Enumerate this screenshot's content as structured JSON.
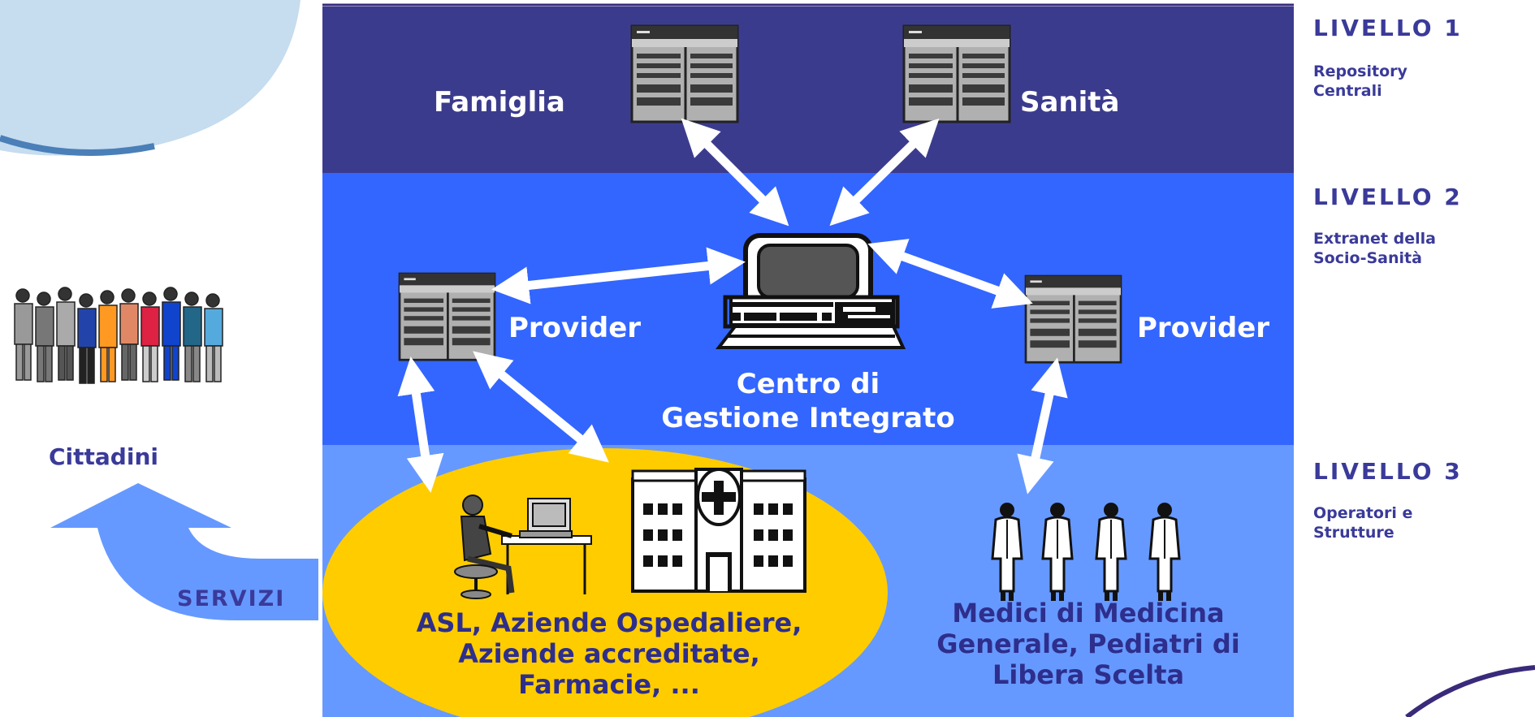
{
  "levels": [
    {
      "title": "LIVELLO  1",
      "subtitle": "Repository Centrali"
    },
    {
      "title": "LIVELLO  2",
      "subtitle": "Extranet della Socio-Sanità"
    },
    {
      "title": "LIVELLO  3",
      "subtitle": "Operatori e Strutture"
    }
  ],
  "nodes": {
    "famiglia": "Famiglia",
    "sanita": "Sanità",
    "provider_left": "Provider",
    "provider_right": "Provider",
    "centro_line1": "Centro di",
    "centro_line2": "Gestione Integrato",
    "asl_line1": "ASL, Aziende Ospedaliere,",
    "asl_line2": "Aziende accreditate,",
    "asl_line3": "Farmacie, ...",
    "medici_line1": "Medici di Medicina",
    "medici_line2": "Generale, Pediatri di",
    "medici_line3": "Libera Scelta"
  },
  "citizens": {
    "label": "Cittadini",
    "services": "SERVIZI"
  },
  "colors": {
    "level1_band": "#3b3b8e",
    "level2_band": "#3366ff",
    "level3_band": "#6699ff",
    "ellipse": "#ffcc00",
    "label_navy": "#3a3a9a",
    "arrow": "#ffffff"
  },
  "icons": [
    "server-icon",
    "computer-terminal-icon",
    "people-group-icon",
    "office-worker-icon",
    "hospital-icon",
    "doctor-icon"
  ]
}
